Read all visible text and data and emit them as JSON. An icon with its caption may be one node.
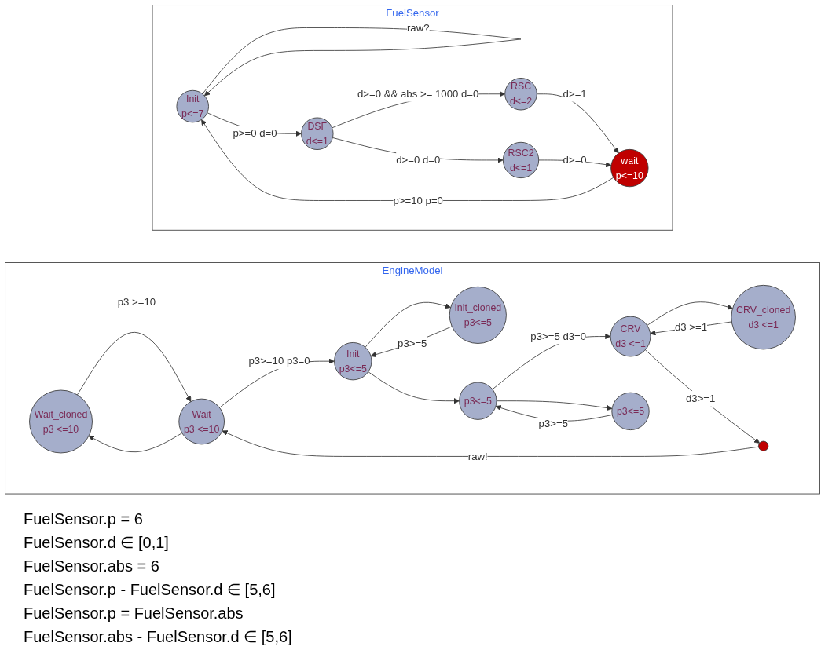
{
  "diagram": {
    "nodes": [
      {
        "text": [
          "EngineModel"
        ]
      },
      {
        "text": [
          "Wait_cloned",
          "p3 <=10"
        ],
        "in": 0
      },
      {
        "text": [
          "CRV_cloned",
          "d3 <=1"
        ],
        "in": 0
      },
      {
        "text": [
          "Wait",
          "p3 <=10"
        ],
        "in": 0
      },
      {
        "text": [],
        "shape": "circle",
        "in": 0
      },
      {
        "text": [
          "CRV",
          "d3 <=1"
        ],
        "in": 0
      },
      {
        "text": [
          "Init_cloned",
          "p3<=5"
        ],
        "in": 0
      },
      {
        "text": [
          "Init",
          "p3<=5"
        ],
        "in": 0
      },
      {
        "text": [
          "p3<=5"
        ],
        "in": 0
      },
      {
        "text": [
          "p3<=5"
        ],
        "in": 0
      },
      {
        "text": [
          "FuelSensor"
        ]
      },
      {
        "text": [
          "Init",
          "p<=7"
        ],
        "in": 10
      },
      {
        "text": [
          "DSF",
          "d<=1"
        ],
        "in": 10
      },
      {
        "text": [
          "RSC",
          "d<=2"
        ],
        "in": 10
      },
      {
        "text": [
          "wait",
          "p<=10"
        ],
        "in": 10
      },
      {
        "text": [
          "RSC2",
          "d<=1"
        ],
        "in": 10
      }
    ],
    "edges": [
      {
        "from": 3,
        "to": 1,
        "arrow": "to"
      },
      {
        "from": 1,
        "to": 3,
        "arrow": "to",
        "label": "p3 >=10"
      },
      {
        "from": 5,
        "to": 2,
        "arrow": "to"
      },
      {
        "from": 2,
        "to": 5,
        "arrow": "to",
        "label": "d3 >=1"
      },
      {
        "from": 5,
        "to": 4,
        "arrow": "to",
        "label": "d3>=1"
      },
      {
        "from": 4,
        "to": 3,
        "arrow": "to",
        "label": "raw!"
      },
      {
        "from": 3,
        "to": 7,
        "arrow": "to",
        "label": "p3>=10 p3=0"
      },
      {
        "from": 7,
        "to": 6,
        "arrow": "to"
      },
      {
        "from": 6,
        "to": 7,
        "arrow": "to",
        "label": "p3>=5"
      },
      {
        "from": 7,
        "to": 8,
        "arrow": "to"
      },
      {
        "from": 8,
        "to": 9,
        "arrow": "to"
      },
      {
        "from": 9,
        "to": 8,
        "arrow": "to",
        "label": "p3>=5"
      },
      {
        "from": 8,
        "to": 5,
        "arrow": "to",
        "label": "p3>=5 d3=0"
      },
      {
        "from": 11,
        "to": 11,
        "arrow": "to",
        "label": "raw?"
      },
      {
        "from": 11,
        "to": 12,
        "arrow": "to",
        "label": "p>=0 d=0"
      },
      {
        "from": 12,
        "to": 13,
        "arrow": "to",
        "label": "d>=0 && abs >= 1000 d=0"
      },
      {
        "from": 12,
        "to": 15,
        "arrow": "to",
        "label": "d>=0 d=0"
      },
      {
        "from": 13,
        "to": 14,
        "arrow": "to",
        "label": "d>=1"
      },
      {
        "from": 15,
        "to": 14,
        "arrow": "to",
        "label": "d>=0"
      },
      {
        "from": 14,
        "to": 11,
        "arrow": "to",
        "label": "p>=10 p=0"
      }
    ],
    "labels": [
      "FuelSensor.p = 6",
      "FuelSensor.d ∈ [0,1]",
      "FuelSensor.abs = 6",
      "FuelSensor.p - FuelSensor.d ∈ [5,6]",
      "FuelSensor.p = FuelSensor.abs",
      "FuelSensor.abs - FuelSensor.d ∈ [5,6]"
    ]
  }
}
